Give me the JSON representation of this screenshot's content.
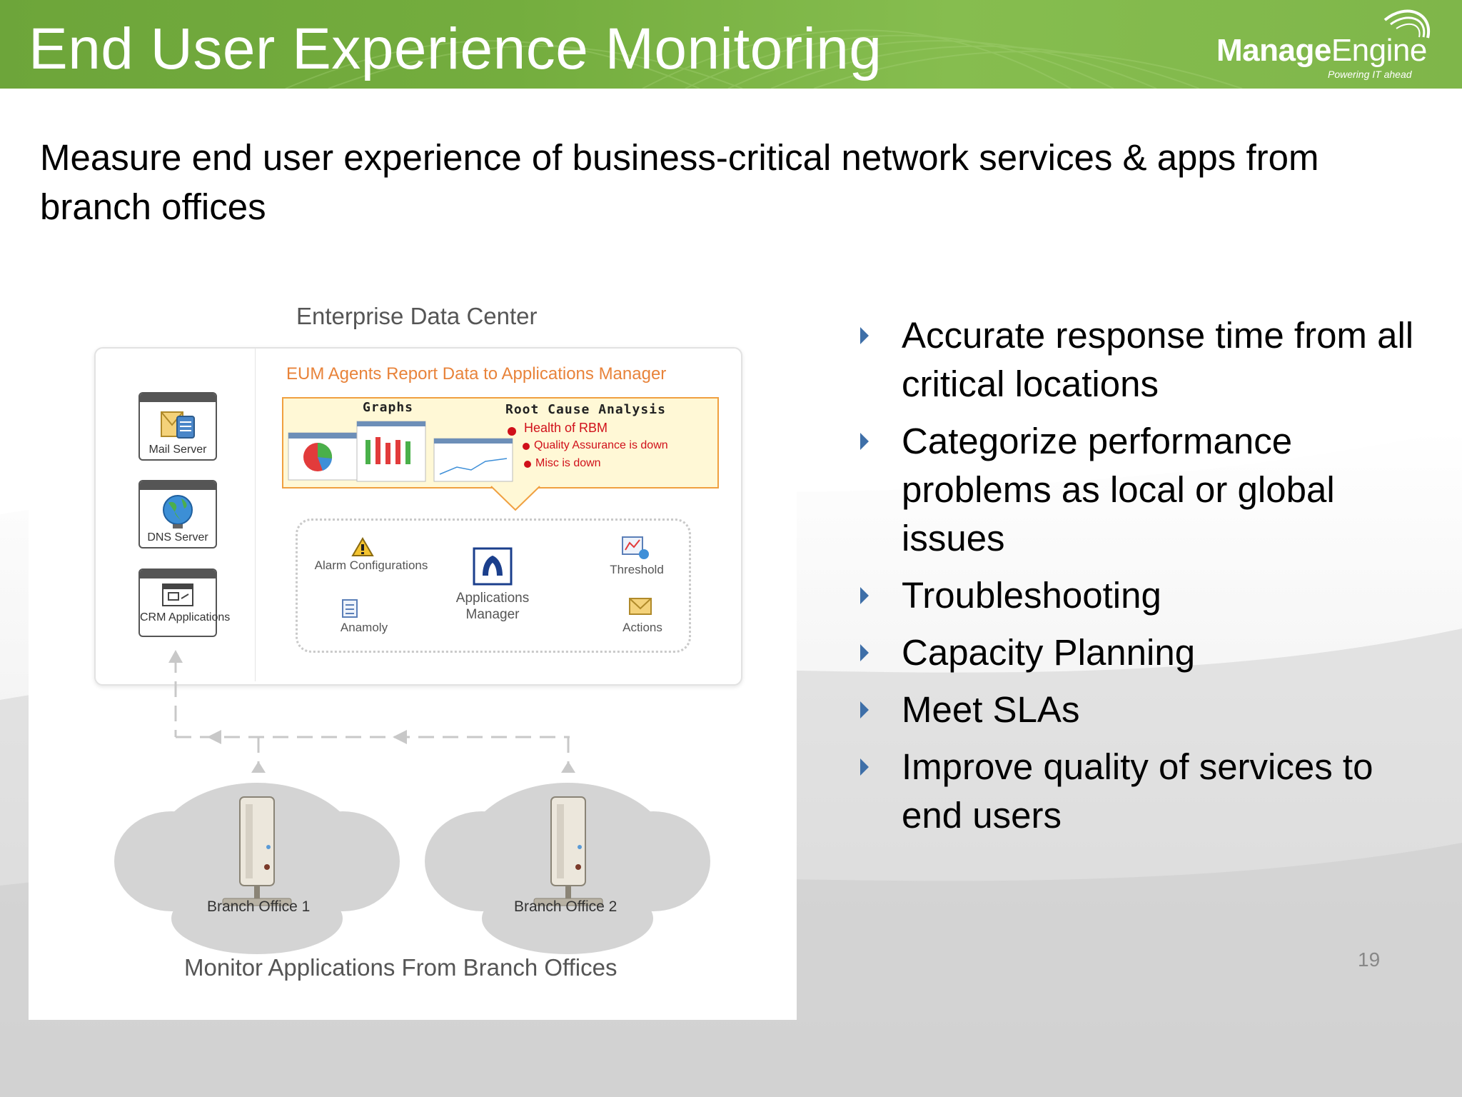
{
  "slide": {
    "title": "End User Experience Monitoring",
    "subtitle": "Measure end user experience of business-critical network services & apps from branch offices",
    "page_number": "19",
    "accent_color": "#74ad3e",
    "bullet_color": "#3e6fa8"
  },
  "logo": {
    "name_bold": "Manage",
    "name_regular": "Engine",
    "tagline": "Powering IT ahead"
  },
  "diagram": {
    "data_center_title": "Enterprise Data Center",
    "eum_title": "EUM Agents Report Data to Applications Manager",
    "graphs_label": "Graphs",
    "root_cause_label": "Root Cause Analysis",
    "rca_items": [
      "Health of RBM",
      "Quality Assurance is down",
      "Misc is down"
    ],
    "servers": [
      "Mail Server",
      "DNS Server",
      "CRM Applications"
    ],
    "components": {
      "alarm": "Alarm Configurations",
      "anomaly": "Anamoly",
      "apps_manager": "Applications Manager",
      "threshold": "Threshold",
      "actions": "Actions"
    },
    "branches": [
      "Branch Office 1",
      "Branch Office 2"
    ],
    "caption": "Monitor Applications From Branch Offices"
  },
  "bullets": [
    "Accurate response time from all critical locations",
    "Categorize performance problems as local or global issues",
    "Troubleshooting",
    "Capacity Planning",
    "Meet SLAs",
    "Improve quality of services to end users"
  ]
}
